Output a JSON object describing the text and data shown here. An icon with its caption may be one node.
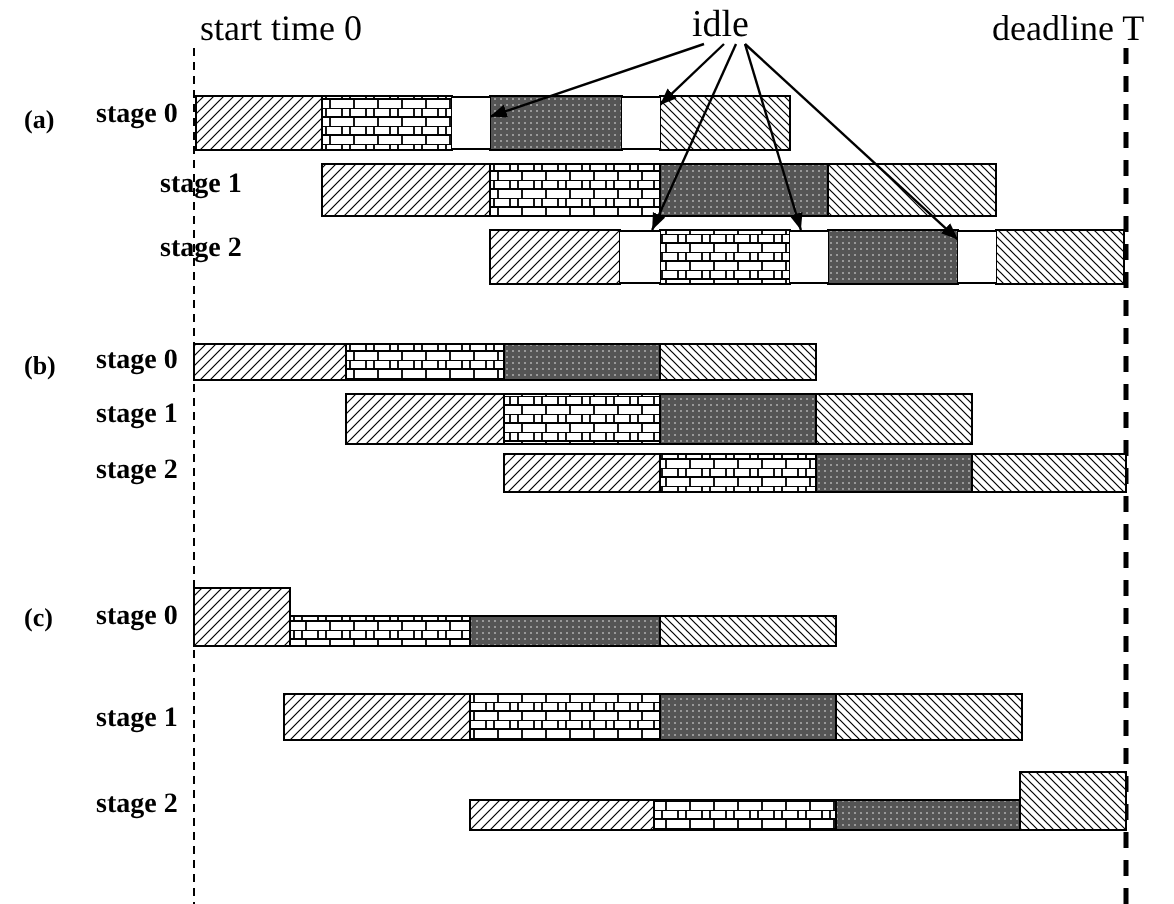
{
  "diagram": {
    "nodes": [
      {
        "text": [
          "idle"
        ]
      },
      {
        "text": [],
        "shape": "box"
      },
      {
        "text": [],
        "shape": "box"
      },
      {
        "text": [],
        "shape": "box"
      },
      {
        "text": [],
        "shape": "box"
      },
      {
        "text": [],
        "shape": "box"
      }
    ],
    "edges": [
      {
        "from": 0,
        "to": 1,
        "arrow": "to"
      },
      {
        "from": 0,
        "to": 2,
        "arrow": "to"
      },
      {
        "from": 0,
        "to": 3,
        "arrow": "to"
      },
      {
        "from": 0,
        "to": 4,
        "arrow": "to"
      },
      {
        "from": 0,
        "to": 5,
        "arrow": "to"
      }
    ],
    "labels": [
      "start time 0",
      "deadline T",
      "(a)",
      "stage 0",
      "stage 1",
      "stage 2",
      "(b)",
      "stage 0",
      "stage 1",
      "stage 2",
      "(c)",
      "stage 0",
      "stage 1",
      "stage 2"
    ]
  }
}
